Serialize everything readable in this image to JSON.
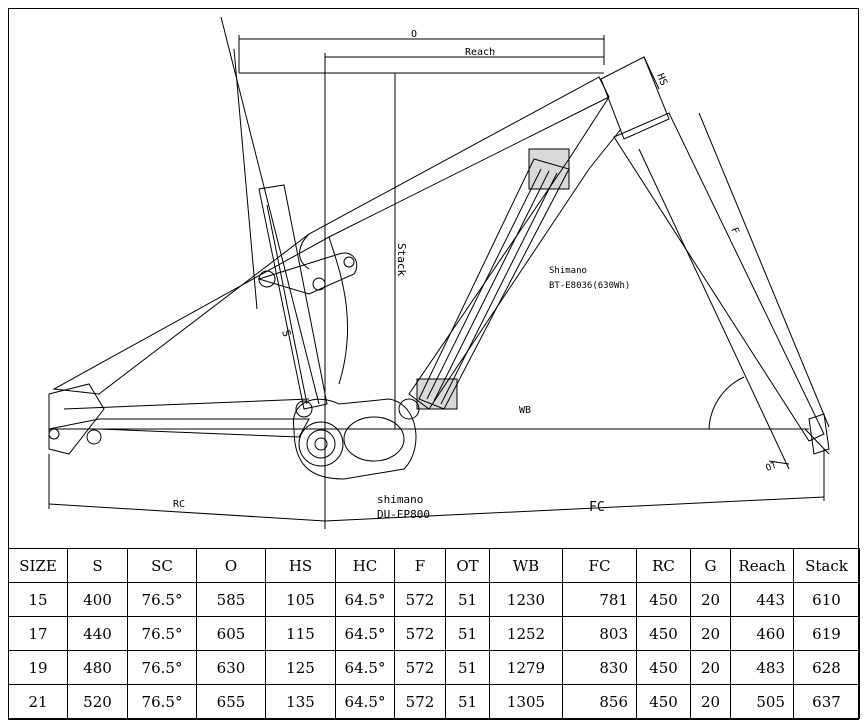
{
  "diagram": {
    "dimension_labels": {
      "o": "O",
      "reach": "Reach",
      "hs": "HS",
      "f": "F",
      "stack": "Stack",
      "s": "S",
      "wb": "WB",
      "ot": "OT",
      "rc": "RC",
      "fc": "FC"
    },
    "battery_label": {
      "line1": "Shimano",
      "line2": "BT-E8036(630Wh)"
    },
    "motor_label": {
      "line1": "shimano",
      "line2": "DU-EP800"
    }
  },
  "geometry_table": {
    "headers": [
      "SIZE",
      "S",
      "SC",
      "O",
      "HS",
      "HC",
      "F",
      "OT",
      "WB",
      "FC",
      "RC",
      "G",
      "Reach",
      "Stack"
    ],
    "rows": [
      [
        "15",
        "400",
        "76.5°",
        "585",
        "105",
        "64.5°",
        "572",
        "51",
        "1230",
        "781",
        "450",
        "20",
        "443",
        "610"
      ],
      [
        "17",
        "440",
        "76.5°",
        "605",
        "115",
        "64.5°",
        "572",
        "51",
        "1252",
        "803",
        "450",
        "20",
        "460",
        "619"
      ],
      [
        "19",
        "480",
        "76.5°",
        "630",
        "125",
        "64.5°",
        "572",
        "51",
        "1279",
        "830",
        "450",
        "20",
        "483",
        "628"
      ],
      [
        "21",
        "520",
        "76.5°",
        "655",
        "135",
        "64.5°",
        "572",
        "51",
        "1305",
        "856",
        "450",
        "20",
        "505",
        "637"
      ]
    ]
  }
}
